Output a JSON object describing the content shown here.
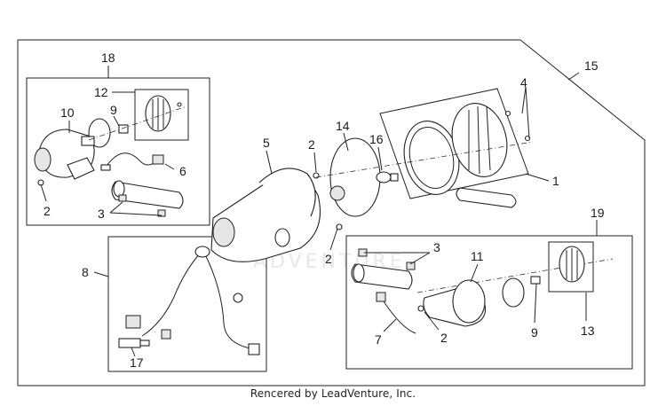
{
  "diagram": {
    "callouts": {
      "c1": "1",
      "c2a": "2",
      "c2b": "2",
      "c2c": "2",
      "c2d": "2",
      "c3a": "3",
      "c3b": "3",
      "c4": "4",
      "c5": "5",
      "c6": "6",
      "c7": "7",
      "c8": "8",
      "c9a": "9",
      "c9b": "9",
      "c10": "10",
      "c11": "11",
      "c12": "12",
      "c13": "13",
      "c14": "14",
      "c15": "15",
      "c16": "16",
      "c17": "17",
      "c18": "18",
      "c19": "19"
    },
    "watermark": "ADVENTURE"
  },
  "footer": {
    "credit": "Rencered by LeadVenture, Inc."
  }
}
